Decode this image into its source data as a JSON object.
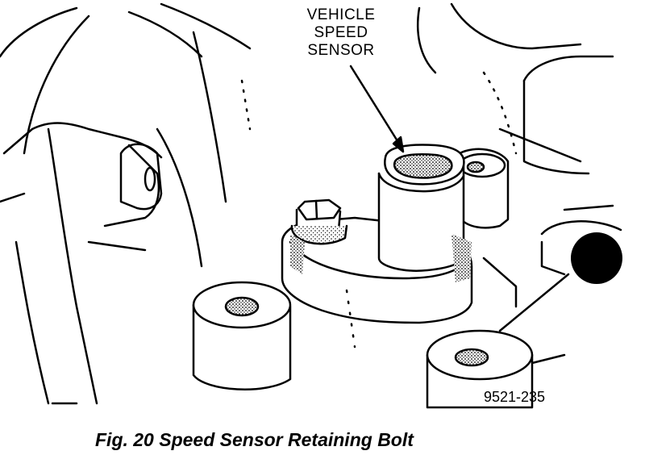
{
  "callout": {
    "line1": "VEHICLE",
    "line2": "SPEED",
    "line3": "SENSOR"
  },
  "figure_id": "9521-235",
  "caption": "Fig. 20 Speed Sensor Retaining Bolt"
}
